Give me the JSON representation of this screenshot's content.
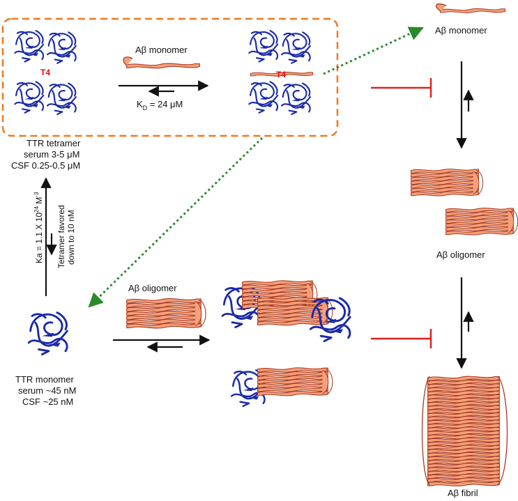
{
  "colors": {
    "protein": "#1a2aa8",
    "abeta_fill": "#f4a07a",
    "abeta_stroke": "#a83820",
    "inhibit": "#e0201c",
    "dotted": "#2a8a2a",
    "dashed_box": "#f07820",
    "t4": "#e01010"
  },
  "labels": {
    "abeta_monomer_box": "Aβ monomer",
    "kd_prefix": "K",
    "kd_sub": "D",
    "kd_value": " = 24 μM",
    "t4_left": "T4",
    "t4_right": "T4",
    "ttr_tetramer": "TTR tetramer",
    "tetramer_serum": "serum 3-5 μM",
    "tetramer_csf": "CSF 0.25-0.5 μM",
    "ka_prefix": "Ka = 1.1 X 10",
    "ka_exp": "24",
    "ka_unit": " M",
    "ka_unit_exp": "-3",
    "tetramer_favored": "Tetramer favored",
    "down_to": "down to 10 nM",
    "ttr_monomer": "TTR monomer",
    "monomer_serum": "serum ~45 nM",
    "monomer_csf": "CSF ~25 nM",
    "abeta_oligomer_mid": "Aβ oligomer",
    "abeta_monomer_right": "Aβ monomer",
    "abeta_oligomer_right": "Aβ oligomer",
    "abeta_fibril": "Aβ fibril"
  }
}
